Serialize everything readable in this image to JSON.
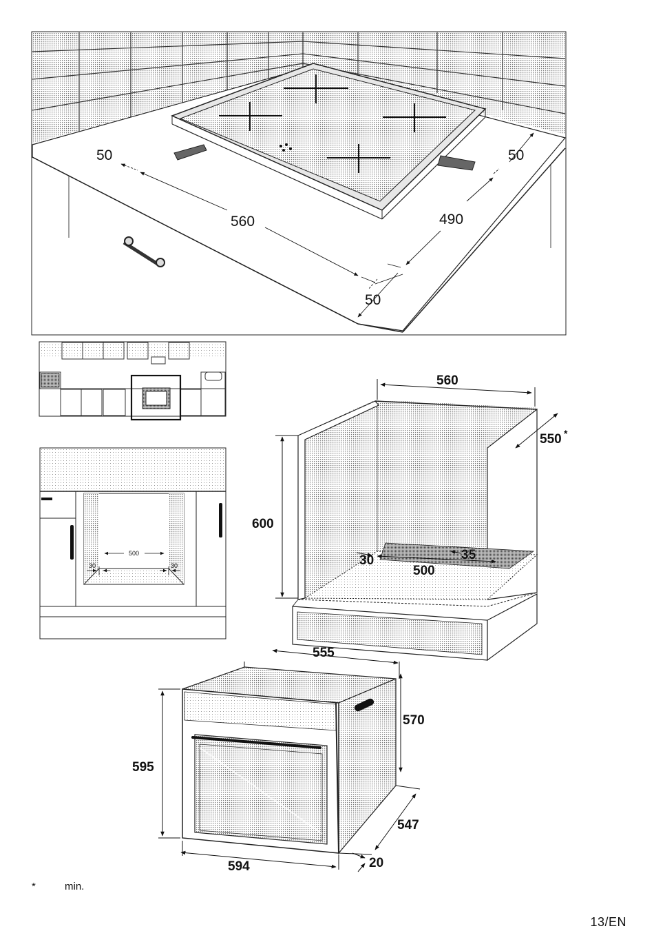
{
  "hob_installation": {
    "dims": {
      "left_clearance": "50",
      "cutout_width": "560",
      "cutout_depth": "490",
      "right_clearance": "50",
      "front_clearance": "50"
    }
  },
  "cabinet_niche": {
    "dims": {
      "width": "560",
      "depth": "550",
      "depth_marker": "*",
      "height": "600",
      "left_gap": "30",
      "opening": "500",
      "right_gap": "35"
    }
  },
  "front_detail": {
    "dims": {
      "opening": "500",
      "left_gap": "30",
      "right_gap": "30"
    }
  },
  "oven": {
    "dims": {
      "top_width": "555",
      "side_height": "570",
      "front_height": "595",
      "depth": "547",
      "front_width": "594",
      "front_panel": "20"
    }
  },
  "footnote": {
    "marker": "*",
    "text": "min."
  },
  "page_number": "13/EN"
}
